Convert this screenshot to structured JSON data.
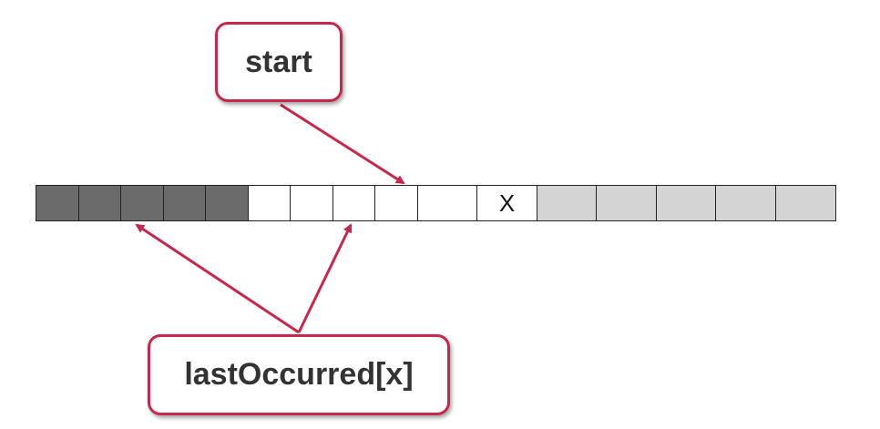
{
  "labels": {
    "start": "start",
    "last_occurred": "lastOccurred[x]"
  },
  "array": {
    "cells": [
      {
        "fill": "dark",
        "text": ""
      },
      {
        "fill": "dark",
        "text": ""
      },
      {
        "fill": "dark",
        "text": ""
      },
      {
        "fill": "dark",
        "text": ""
      },
      {
        "fill": "dark",
        "text": ""
      },
      {
        "fill": "white",
        "text": ""
      },
      {
        "fill": "white",
        "text": ""
      },
      {
        "fill": "white",
        "text": ""
      },
      {
        "fill": "white",
        "text": ""
      },
      {
        "fill": "white",
        "text": ""
      },
      {
        "fill": "white",
        "text": "X"
      },
      {
        "fill": "light",
        "text": ""
      },
      {
        "fill": "light",
        "text": ""
      },
      {
        "fill": "light",
        "text": ""
      },
      {
        "fill": "light",
        "text": ""
      },
      {
        "fill": "light",
        "text": ""
      }
    ]
  },
  "colors": {
    "accent": "#c8264a",
    "dark_cell": "#6b6b6b",
    "light_cell": "#d4d4d4"
  }
}
